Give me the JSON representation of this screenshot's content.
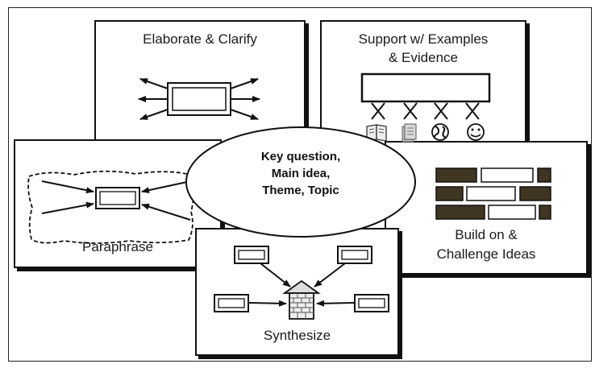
{
  "diagram": {
    "center": {
      "line1": "Key question,",
      "line2": "Main idea,",
      "line3": "Theme, Topic"
    },
    "cards": {
      "elaborate": {
        "label": "Elaborate & Clarify"
      },
      "support": {
        "line1": "Support w/ Examples",
        "line2": "& Evidence"
      },
      "paraphrase": {
        "label": "Paraphrase"
      },
      "build": {
        "line1": "Build on &",
        "line2": "Challenge Ideas"
      },
      "synthesize": {
        "label": "Synthesize"
      }
    },
    "support_icons": [
      "book-icon",
      "document-icon",
      "globe-icon",
      "smiley-icon"
    ],
    "colors": {
      "ink": "#111111",
      "brick_dark": "#3f3522",
      "background": "#ffffff"
    }
  }
}
